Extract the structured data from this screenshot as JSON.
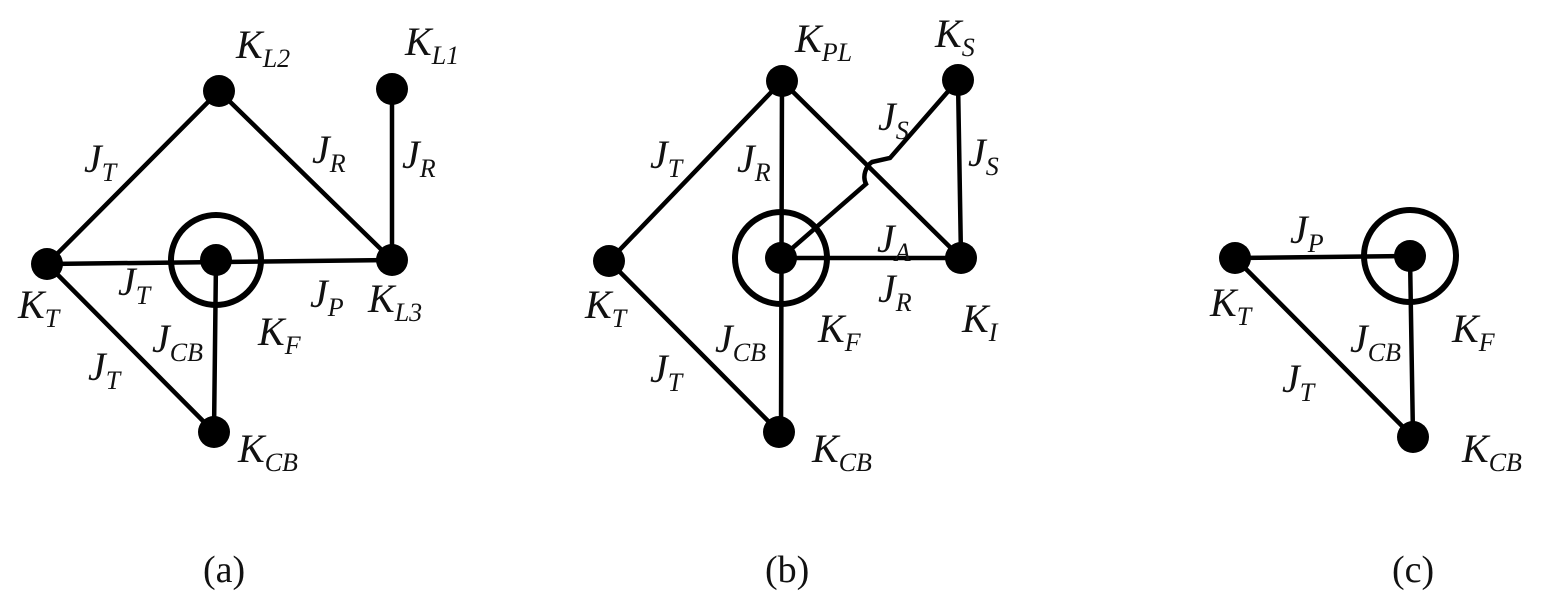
{
  "colors": {
    "ink": "#000000",
    "background": "#ffffff"
  },
  "panels": [
    {
      "caption": "(a)",
      "node_labels": [
        {
          "main": "K",
          "sub": "L2"
        },
        {
          "main": "K",
          "sub": "L1"
        },
        {
          "main": "K",
          "sub": "T"
        },
        {
          "main": "K",
          "sub": "L3"
        },
        {
          "main": "K",
          "sub": "CB"
        },
        {
          "main": "K",
          "sub": "F"
        }
      ],
      "edge_labels": [
        {
          "main": "J",
          "sub": "T"
        },
        {
          "main": "J",
          "sub": "R"
        },
        {
          "main": "J",
          "sub": "R"
        },
        {
          "main": "J",
          "sub": "T"
        },
        {
          "main": "J",
          "sub": "P"
        },
        {
          "main": "J",
          "sub": "T"
        },
        {
          "main": "J",
          "sub": "CB"
        }
      ]
    },
    {
      "caption": "(b)",
      "node_labels": [
        {
          "main": "K",
          "sub": "PL"
        },
        {
          "main": "K",
          "sub": "S"
        },
        {
          "main": "K",
          "sub": "T"
        },
        {
          "main": "K",
          "sub": "I"
        },
        {
          "main": "K",
          "sub": "CB"
        },
        {
          "main": "K",
          "sub": "F"
        }
      ],
      "edge_labels": [
        {
          "main": "J",
          "sub": "T"
        },
        {
          "main": "J",
          "sub": "R"
        },
        {
          "main": "J",
          "sub": "S"
        },
        {
          "main": "J",
          "sub": "S"
        },
        {
          "main": "J",
          "sub": "A"
        },
        {
          "main": "J",
          "sub": "R"
        },
        {
          "main": "J",
          "sub": "CB"
        },
        {
          "main": "J",
          "sub": "T"
        }
      ]
    },
    {
      "caption": "(c)",
      "node_labels": [
        {
          "main": "K",
          "sub": "T"
        },
        {
          "main": "K",
          "sub": "F"
        },
        {
          "main": "K",
          "sub": "CB"
        }
      ],
      "edge_labels": [
        {
          "main": "J",
          "sub": "P"
        },
        {
          "main": "J",
          "sub": "CB"
        },
        {
          "main": "J",
          "sub": "T"
        }
      ]
    }
  ]
}
